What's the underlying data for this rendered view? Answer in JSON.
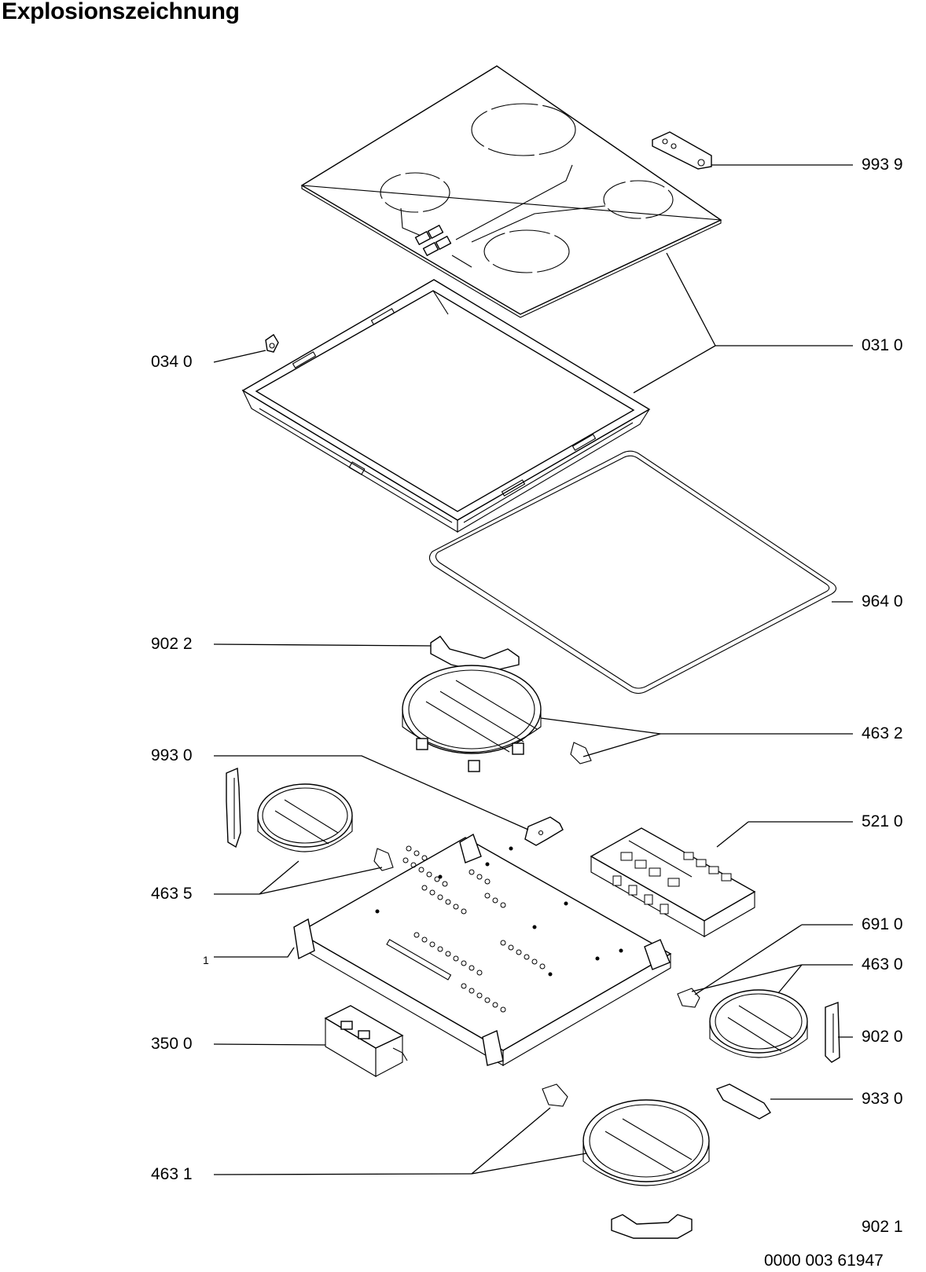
{
  "title": "Explosionszeichnung",
  "callouts": {
    "c9939": "993 9",
    "c0310": "031 0",
    "c0340": "034 0",
    "c9640": "964 0",
    "c9022": "902 2",
    "c4632": "463 2",
    "c9930": "993 0",
    "c5210": "521 0",
    "c4635": "463 5",
    "c6910": "691 0",
    "c1": "1",
    "c4630": "463 0",
    "c9020": "902 0",
    "c3500": "350 0",
    "c9330": "933 0",
    "c4631": "463 1",
    "c9021": "902 1"
  },
  "drawing_number": "0000 003 61947"
}
